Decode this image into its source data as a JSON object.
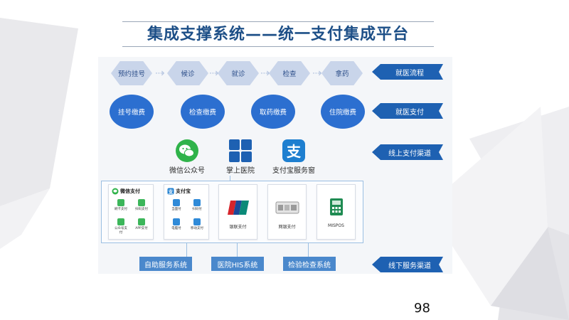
{
  "title": "集成支撑系统——统一支付集成平台",
  "flow": [
    "预约挂号",
    "候诊",
    "就诊",
    "检查",
    "拿药"
  ],
  "payments": [
    "挂号缴费",
    "检查缴费",
    "取药缴费",
    "住院缴费"
  ],
  "tags": [
    "就医流程",
    "就医支付",
    "线上支付渠道",
    "线下服务渠道"
  ],
  "online_channels": [
    "微信公众号",
    "掌上医院",
    "支付宝服务窗"
  ],
  "channel_icons": [
    "wechat-icon",
    "app-grid-icon",
    "alipay-icon"
  ],
  "cards": {
    "wechat": {
      "title": "微信支付",
      "items": [
        "刷卡支付",
        "扫码支付",
        "公众号支付",
        "APP支付"
      ]
    },
    "alipay": {
      "title": "支付宝",
      "items": [
        "当面付",
        "扫码付",
        "电脑付",
        "移动支付"
      ]
    },
    "unionpay": {
      "label": "银联支付"
    },
    "netpay": {
      "label": "网银支付"
    },
    "mispos": {
      "label": "MISPOS"
    }
  },
  "offline": [
    "自助服务系统",
    "医院HIS系统",
    "检验检查系统"
  ],
  "page_number": "98",
  "colors": {
    "title": "#1d4f87",
    "tag": "#1e61b2",
    "circle": "#2c6fd0",
    "hex": "#c9d5ea",
    "offline": "#4a88cc"
  }
}
